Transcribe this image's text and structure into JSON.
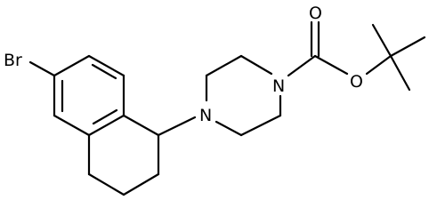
{
  "molecule": {
    "atoms": {
      "bromine": "Br",
      "nitrogen_aryl_side": "N",
      "nitrogen_carbamate": "N",
      "carbonyl_oxygen": "O",
      "ester_oxygen": "O"
    }
  },
  "colors": {
    "bond": "#000000",
    "label": "#000000",
    "background": "#ffffff"
  }
}
